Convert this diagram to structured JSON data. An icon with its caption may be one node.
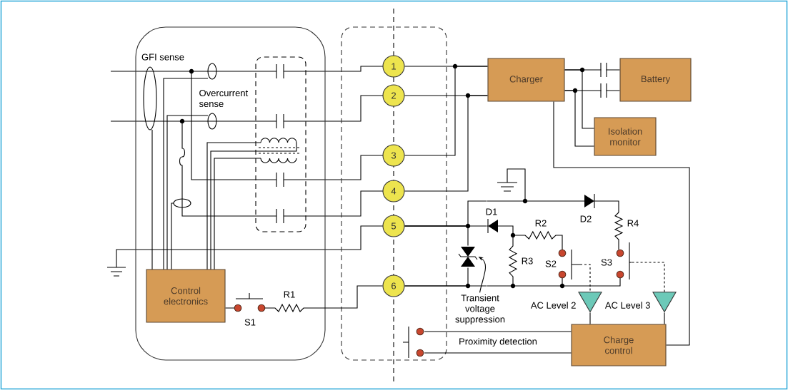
{
  "diagram": {
    "nodes": [
      {
        "text": [],
        "shape": "box"
      },
      {
        "text": [
          "Control electronics"
        ],
        "in": 0
      },
      {
        "text": [],
        "shape": "box"
      },
      {
        "text": [
          "1"
        ],
        "in": 2
      },
      {
        "text": [
          "2"
        ],
        "in": 2
      },
      {
        "text": [
          "3"
        ],
        "in": 2
      },
      {
        "text": [
          "4"
        ],
        "in": 2
      },
      {
        "text": [
          "5"
        ],
        "in": 2
      },
      {
        "text": [
          "6"
        ],
        "in": 2
      },
      {
        "text": [
          "Charger"
        ]
      },
      {
        "text": [
          "Battery"
        ]
      },
      {
        "text": [
          "Isolation monitor"
        ]
      },
      {
        "text": [],
        "shape": "triangle",
        "beside": [
          "AC Level 2"
        ]
      },
      {
        "text": [],
        "shape": "triangle",
        "beside": [
          "AC Level 3"
        ]
      },
      {
        "text": [
          "Transient voltage suppression"
        ]
      },
      {
        "text": [
          "Charge control"
        ]
      },
      {
        "text": [],
        "shape": "diode"
      },
      {
        "text": [],
        "shape": "switch",
        "in": 2
      },
      {
        "text": [],
        "shape": "picture"
      }
    ],
    "edges": [
      {
        "from": 3,
        "to": 9,
        "arrow": "none"
      },
      {
        "from": 4,
        "to": 9,
        "arrow": "none"
      },
      {
        "from": 5,
        "to": 9,
        "arrow": "none"
      },
      {
        "from": 6,
        "to": 9,
        "arrow": "none"
      },
      {
        "from": 9,
        "to": 10,
        "arrow": "none"
      },
      {
        "from": 9,
        "to": 10,
        "arrow": "none"
      },
      {
        "from": 9,
        "to": 11,
        "arrow": "none"
      },
      {
        "from": 9,
        "to": 11,
        "arrow": "none"
      },
      {
        "from": 9,
        "to": 15,
        "arrow": "none"
      },
      {
        "from": 12,
        "to": 15,
        "arrow": "none"
      },
      {
        "from": 13,
        "to": 15,
        "arrow": "none"
      },
      {
        "from": 1,
        "to": 8,
        "arrow": "none"
      },
      {
        "from": 14,
        "to": 16,
        "arrow": "to"
      },
      {
        "from": 17,
        "to": 15,
        "arrow": "none"
      },
      {
        "from": 17,
        "to": 15,
        "arrow": "none"
      },
      {
        "from": 7,
        "to": 16,
        "arrow": "none"
      },
      {
        "from": 8,
        "to": 16,
        "arrow": "none"
      },
      {
        "from": 7,
        "to": 18,
        "arrow": "none"
      },
      {
        "from": 7,
        "to": 18,
        "arrow": "none"
      },
      {
        "from": 8,
        "to": 18,
        "arrow": "none"
      },
      {
        "from": 18,
        "to": 12,
        "arrow": "none",
        "style": "dashed"
      },
      {
        "from": 18,
        "to": 13,
        "arrow": "none",
        "style": "dashed"
      }
    ],
    "labels": [
      "GFI sense",
      "Overcurrent sense",
      "D1",
      "R2",
      "D2",
      "R4",
      "R3",
      "S2",
      "S3",
      "R1",
      "S1",
      "Proximity detection"
    ]
  }
}
